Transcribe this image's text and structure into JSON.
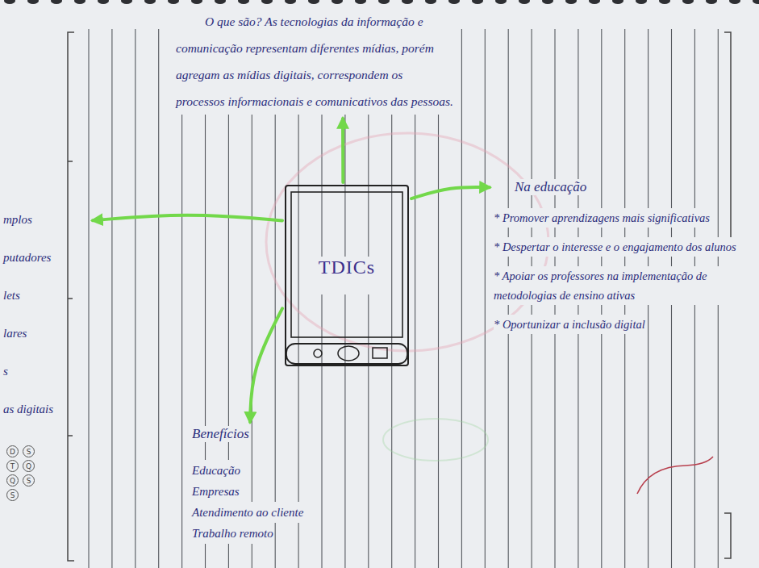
{
  "diagram": {
    "nodes": [
      {
        "text": [
          "TDICs"
        ]
      },
      {
        "text": [
          "O que são? As tecnologias da informação e comunicação representam diferentes mídias, porém agregam as mídias digitais, correspondem os processos informacionais e comunicativos das pessoas."
        ]
      },
      {
        "text": [
          "Na educação",
          "* Promover aprendizagens mais significativas",
          "* Despertar o interesse e o engajamento dos alunos",
          "* Apoiar os professores na implementação de metodologias de ensino ativas",
          "* Oportunizar a inclusão digital"
        ]
      },
      {
        "text": [
          "Benefícios",
          "Educação",
          "Empresas",
          "Atendimento ao cliente",
          "Trabalho remoto"
        ]
      },
      {
        "text": [
          "mplos",
          "putadores",
          "lets",
          "lares",
          "s",
          "as digitais"
        ]
      }
    ],
    "edges": [
      {
        "from": 0,
        "to": 1,
        "arrow": "to"
      },
      {
        "from": 0,
        "to": 2,
        "arrow": "to"
      },
      {
        "from": 0,
        "to": 3,
        "arrow": "to"
      },
      {
        "from": 0,
        "to": 4,
        "arrow": "to"
      }
    ],
    "labels": [
      "D",
      "S",
      "T",
      "Q",
      "Q",
      "S",
      "S"
    ]
  }
}
